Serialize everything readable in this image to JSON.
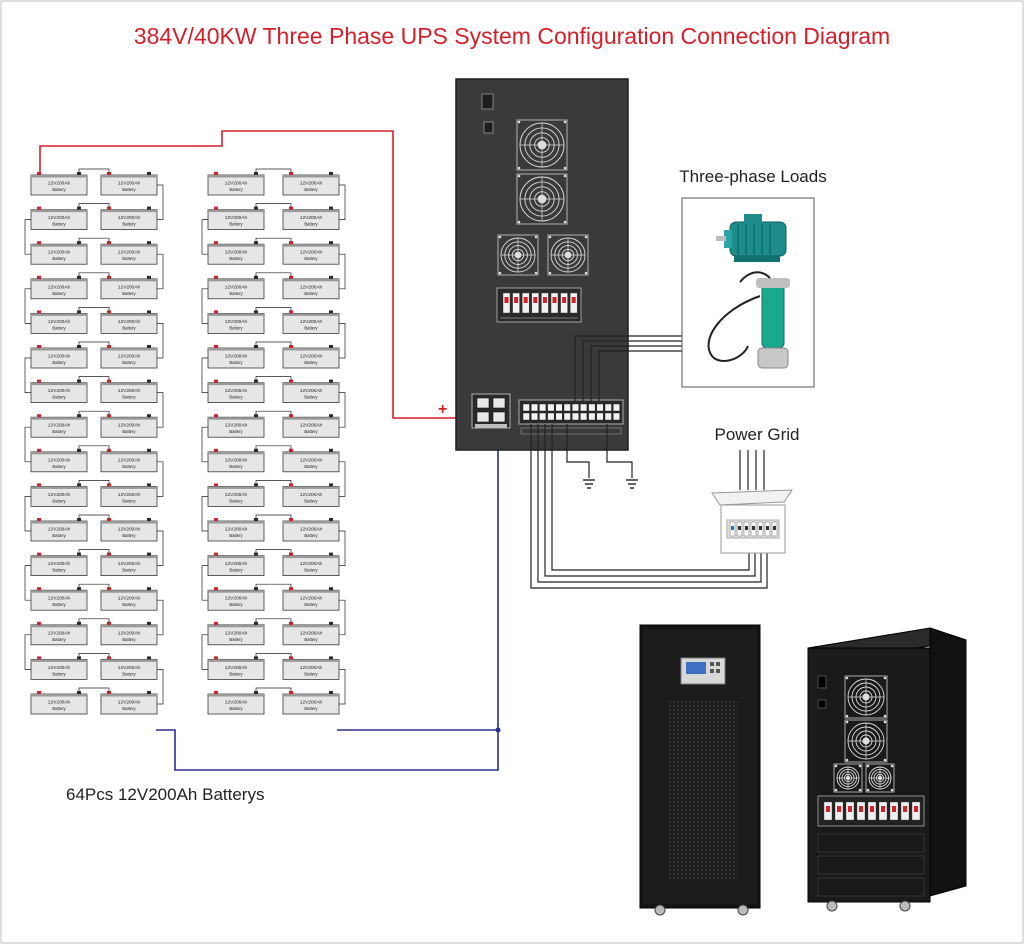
{
  "title": "384V/40KW Three Phase UPS System Configuration Connection Diagram",
  "labels": {
    "three_phase_loads": "Three-phase Loads",
    "power_grid": "Power Grid",
    "battery_count": "64Pcs 12V200Ah Batterys",
    "positive": "+"
  },
  "battery": {
    "rating": "12V200Ah",
    "name": "Battery",
    "count": 64
  },
  "colors": {
    "title": "#d4202a",
    "positive_wire": "#d4202a",
    "negative_wire": "#2c2f8f",
    "wire": "#222222",
    "ups_panel": "#3a3a3c",
    "cabinet": "#151515"
  }
}
